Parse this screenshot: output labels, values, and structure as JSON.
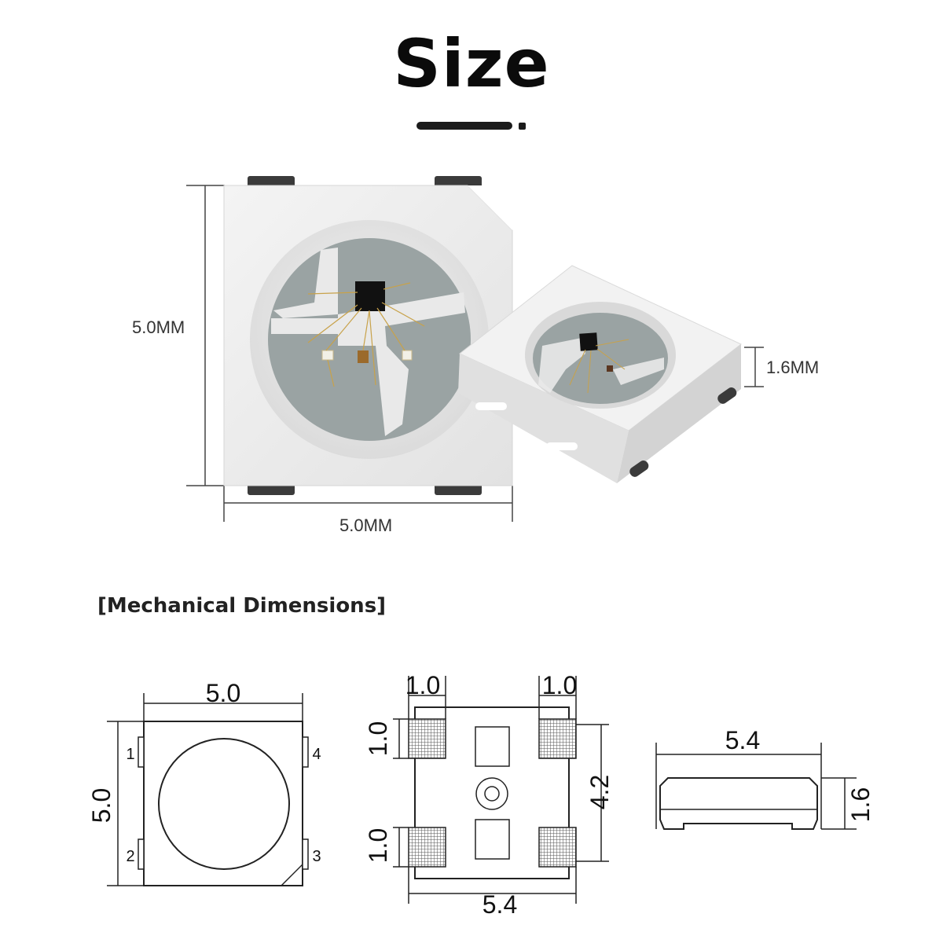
{
  "title": "Size",
  "photo": {
    "height_label": "5.0MM",
    "width_label": "5.0MM",
    "thickness_label": "1.6MM"
  },
  "section_title": "[Mechanical Dimensions]",
  "top_view": {
    "width": "5.0",
    "height": "5.0",
    "pins": [
      "1",
      "2",
      "3",
      "4"
    ]
  },
  "bottom_view": {
    "pad_width_left": "1.0",
    "pad_width_right": "1.0",
    "pad_height_top": "1.0",
    "pad_height_bottom": "1.0",
    "pad_span": "4.2",
    "body_width": "5.4"
  },
  "side_view": {
    "length": "5.4",
    "thickness": "1.6"
  }
}
